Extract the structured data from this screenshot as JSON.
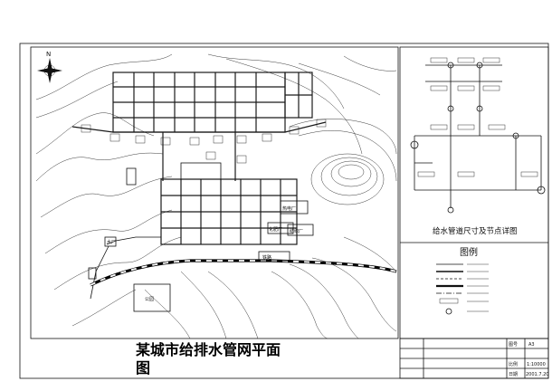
{
  "drawing": {
    "title_line1": "某城市给排水管网平面",
    "title_line2": "图",
    "north_label": "N"
  },
  "detail": {
    "title": "给水管道尺寸及节点详图"
  },
  "legend": {
    "title": "图例"
  },
  "map_labels": {
    "factory1": "热电厂",
    "factory2": "化肥厂",
    "factory3": "纺织厂",
    "park": "公园",
    "station": "水厂",
    "railway": "铁路"
  },
  "title_block": {
    "sheet_no_label": "图号",
    "sheet_no_value": "A3",
    "scale_label": "比例",
    "scale_value": "1:10000",
    "date_label": "日期",
    "date_value": "2001.7.20"
  },
  "colors": {
    "line": "#111111",
    "background": "#ffffff"
  }
}
